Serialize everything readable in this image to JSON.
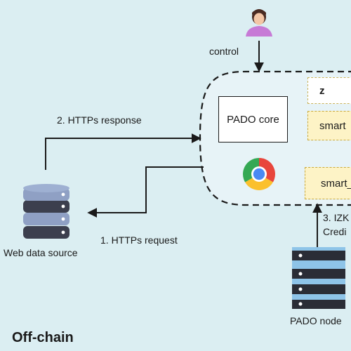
{
  "labels": {
    "control": "control",
    "https_response": "2. HTTPs response",
    "https_request": "1. HTTPs request",
    "web_data_source": "Web data source",
    "pado_core": "PADO core",
    "zk_box": "z",
    "smart_box_1": "smart",
    "smart_box_2": "smart_",
    "izk_line1": "3. IZK",
    "izk_line2": "Credi",
    "pado_node": "PADO node",
    "region_title": "Off-chain"
  },
  "colors": {
    "background": "#dbeef2",
    "dashed_region_fill": "#e7f3f7",
    "smart_box_fill": "#fdf3c6",
    "server_dark": "#3c3f4e",
    "server_light": "#8fa0c4",
    "node_panel": "#8ec4e8",
    "user_shirt": "#c77ad6",
    "user_hair": "#4a2b22"
  },
  "icons": {
    "user": "user-icon",
    "database": "database-server-icon",
    "browser": "chrome-browser-icon",
    "node": "server-rack-icon"
  }
}
